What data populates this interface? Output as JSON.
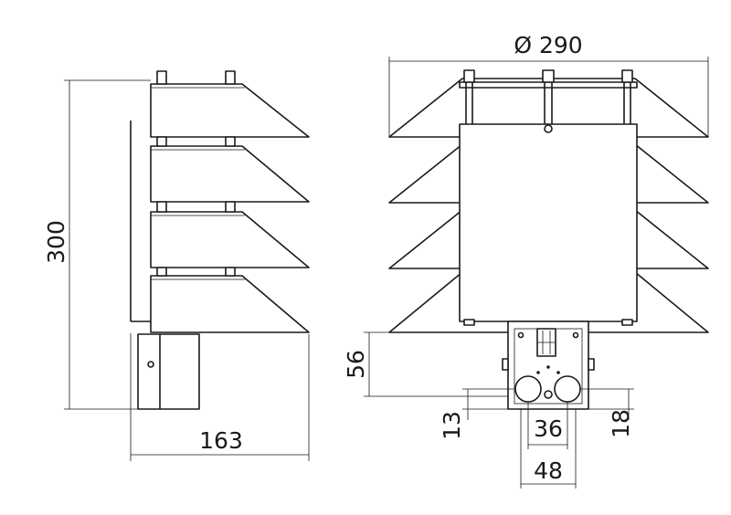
{
  "dimensions": {
    "diameter": "Ø 290",
    "height": "300",
    "depth": "163",
    "box_height": "56",
    "offset_13": "13",
    "hole_spacing": "36",
    "offset_18": "18",
    "box_width": "48"
  }
}
